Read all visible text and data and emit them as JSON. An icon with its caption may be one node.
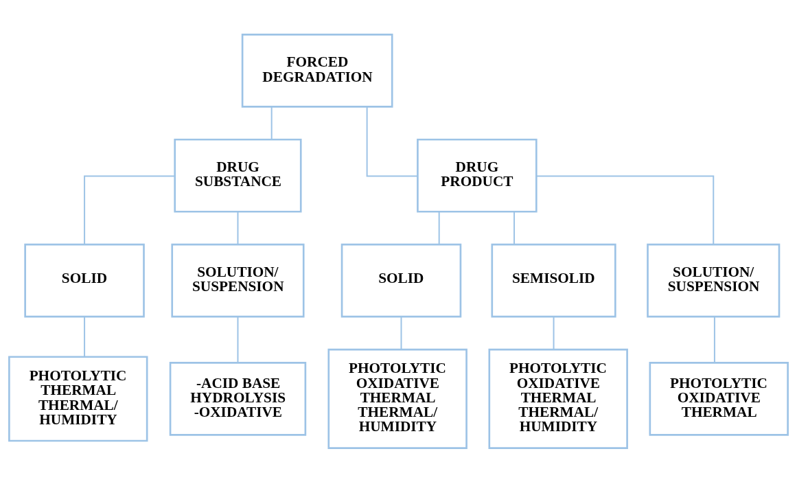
{
  "diagram": {
    "nodes": [
      {
        "text": [
          "FORCED DEGRADATION"
        ]
      },
      {
        "text": [
          "DRUG SUBSTANCE"
        ]
      },
      {
        "text": [
          "DRUG PRODUCT"
        ]
      },
      {
        "text": [
          "SOLID"
        ]
      },
      {
        "text": [
          "SOLUTION/ SUSPENSION"
        ]
      },
      {
        "text": [
          "SOLID"
        ]
      },
      {
        "text": [
          "SEMISOLID"
        ]
      },
      {
        "text": [
          "SOLUTION/ SUSPENSION"
        ]
      },
      {
        "text": [
          "PHOTOLYTIC THERMAL THERMAL/ HUMIDITY"
        ]
      },
      {
        "text": [
          "-ACID BASE HYDROLYSIS -OXIDATIVE"
        ]
      },
      {
        "text": [
          "PHOTOLYTIC OXIDATIVE THERMAL THERMAL/ HUMIDITY"
        ]
      },
      {
        "text": [
          "PHOTOLYTIC OXIDATIVE THERMAL THERMAL/ HUMIDITY"
        ]
      },
      {
        "text": [
          "PHOTOLYTIC OXIDATIVE THERMAL"
        ]
      }
    ],
    "edges": [
      {
        "from": 0,
        "to": 1,
        "arrow": "none"
      },
      {
        "from": 0,
        "to": 2,
        "arrow": "none"
      },
      {
        "from": 1,
        "to": 3,
        "arrow": "none"
      },
      {
        "from": 1,
        "to": 4,
        "arrow": "none"
      },
      {
        "from": 2,
        "to": 5,
        "arrow": "none"
      },
      {
        "from": 2,
        "to": 6,
        "arrow": "none"
      },
      {
        "from": 2,
        "to": 7,
        "arrow": "none"
      },
      {
        "from": 3,
        "to": 8,
        "arrow": "none"
      },
      {
        "from": 4,
        "to": 9,
        "arrow": "none"
      },
      {
        "from": 5,
        "to": 10,
        "arrow": "none"
      },
      {
        "from": 6,
        "to": 11,
        "arrow": "none"
      },
      {
        "from": 7,
        "to": 12,
        "arrow": "none"
      }
    ]
  }
}
